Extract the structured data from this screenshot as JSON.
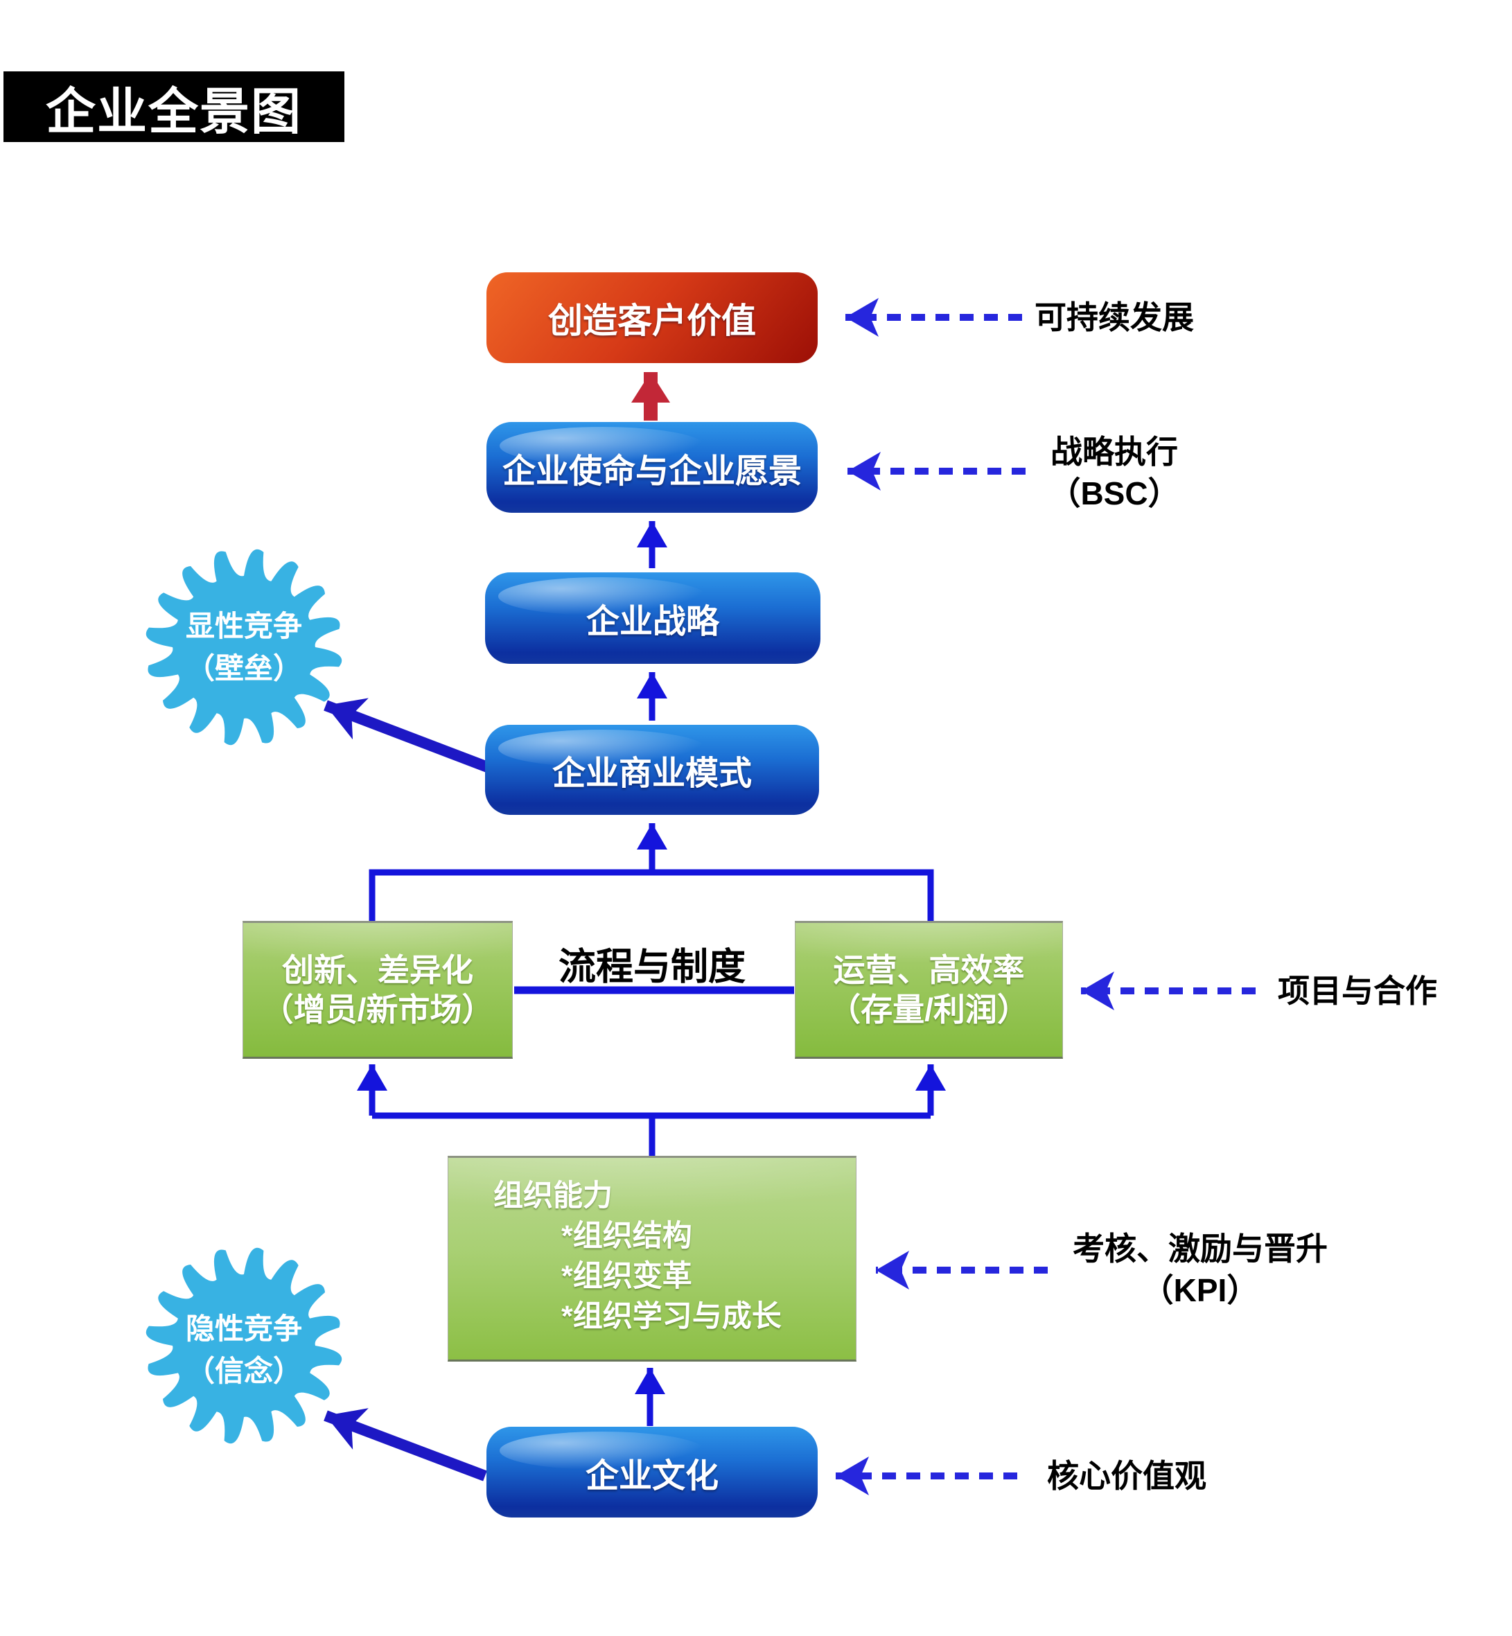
{
  "title": "企业全景图",
  "flow_boxes": {
    "customer_value": "创造客户价值",
    "mission_vision": "企业使命与企业愿景",
    "strategy": "企业战略",
    "business_model": "企业商业模式",
    "culture": "企业文化"
  },
  "process_label": "流程与制度",
  "green_boxes": {
    "innovation": {
      "line1": "创新、差异化",
      "line2": "（增员/新市场）"
    },
    "operation": {
      "line1": "运营、高效率",
      "line2": "（存量/利润）"
    }
  },
  "org_capability": {
    "heading": "组织能力",
    "items": [
      "*组织结构",
      "*组织变革",
      "*组织学习与成长"
    ]
  },
  "gears": {
    "explicit": {
      "line1": "显性竞争",
      "line2": "（壁垒）"
    },
    "implicit": {
      "line1": "隐性竞争",
      "line2": "（信念）"
    }
  },
  "annotations": {
    "sustainable": "可持续发展",
    "strategy_exec": {
      "line1": "战略执行",
      "line2": "（BSC）"
    },
    "projects": "项目与合作",
    "kpi": {
      "line1": "考核、激励与晋升",
      "line2": "（KPI）"
    },
    "core_values": "核心价值观"
  },
  "colors": {
    "connector_blue": "#1414dc",
    "dashed_blue": "#2626dd",
    "gear_arrow_blue": "#1d18c4",
    "red_arrow": "#c22737",
    "red_box_start": "#ef6526",
    "red_box_end": "#9c0f06",
    "blue_box_top": "#2f96e9",
    "blue_box_bottom": "#0c2fa0",
    "green_box": "#8cbf45",
    "gear_fill": "#38b2e3",
    "title_bg": "#000000",
    "box_text": "#ffffff",
    "annotation_text": "#000000"
  }
}
